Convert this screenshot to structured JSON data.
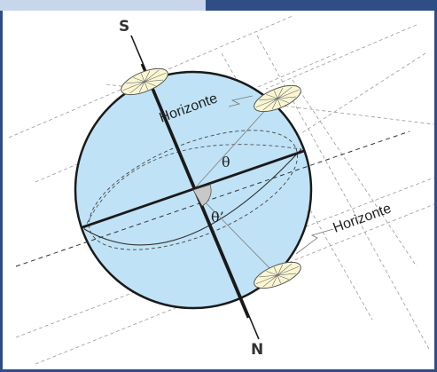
{
  "labels": {
    "south_pole": "S",
    "north_pole": "N",
    "horizon_upper": "Horizonte",
    "horizon_lower": "Horizonte",
    "theta": "θ",
    "theta_prime": "θ’"
  },
  "colors": {
    "globe_fill": "#bfe2f6",
    "frame": "#2f4e86",
    "tab_light": "#c8d6ec",
    "angle_fill": "#c8c8c8",
    "sundial_fill": "#fbf6d2"
  }
}
